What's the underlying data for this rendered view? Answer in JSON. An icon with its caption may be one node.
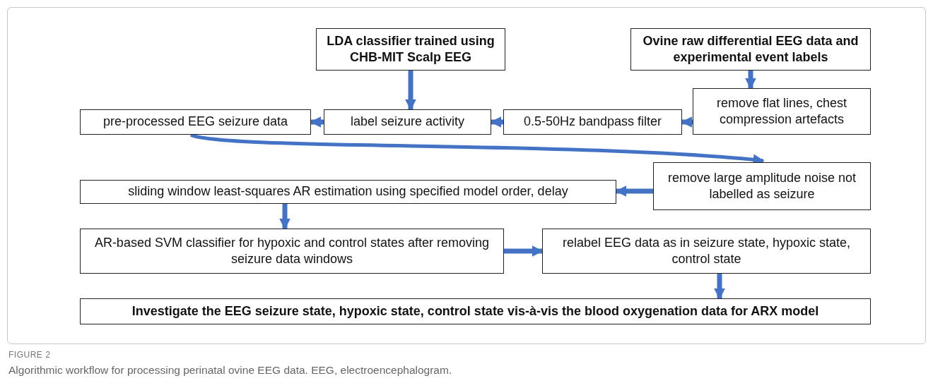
{
  "diagram": {
    "title": "FIGURE 2",
    "caption": "Algorithmic workflow for processing perinatal ovine EEG data. EEG, electroencephalogram.",
    "nodes": [
      {
        "text": [
          "LDA classifier trained using CHB-MIT Scalp EEG"
        ]
      },
      {
        "text": [
          "Ovine raw differential EEG data and experimental event labels"
        ]
      },
      {
        "text": [
          "remove flat lines, chest compression artefacts"
        ]
      },
      {
        "text": [
          "0.5-50Hz bandpass filter"
        ]
      },
      {
        "text": [
          "label seizure activity"
        ]
      },
      {
        "text": [
          "pre-processed EEG seizure data"
        ]
      },
      {
        "text": [
          "remove large amplitude noise not labelled as seizure"
        ]
      },
      {
        "text": [
          "sliding window least-squares AR estimation using specified model order, delay"
        ]
      },
      {
        "text": [
          "AR-based SVM classifier for hypoxic and control states after removing seizure data windows"
        ]
      },
      {
        "text": [
          "relabel EEG data as in seizure state, hypoxic state, control state"
        ]
      },
      {
        "text": [
          "Investigate the EEG seizure state, hypoxic state, control state vis-à-vis the blood oxygenation data for ARX model"
        ]
      }
    ],
    "edges": [
      {
        "from": 0,
        "to": 4,
        "arrow": "to"
      },
      {
        "from": 1,
        "to": 2,
        "arrow": "to"
      },
      {
        "from": 2,
        "to": 3,
        "arrow": "to"
      },
      {
        "from": 3,
        "to": 4,
        "arrow": "to"
      },
      {
        "from": 4,
        "to": 5,
        "arrow": "to"
      },
      {
        "from": 5,
        "to": 6,
        "arrow": "to"
      },
      {
        "from": 6,
        "to": 7,
        "arrow": "to"
      },
      {
        "from": 7,
        "to": 8,
        "arrow": "to"
      },
      {
        "from": 8,
        "to": 9,
        "arrow": "to"
      },
      {
        "from": 9,
        "to": 10,
        "arrow": "to"
      }
    ]
  }
}
